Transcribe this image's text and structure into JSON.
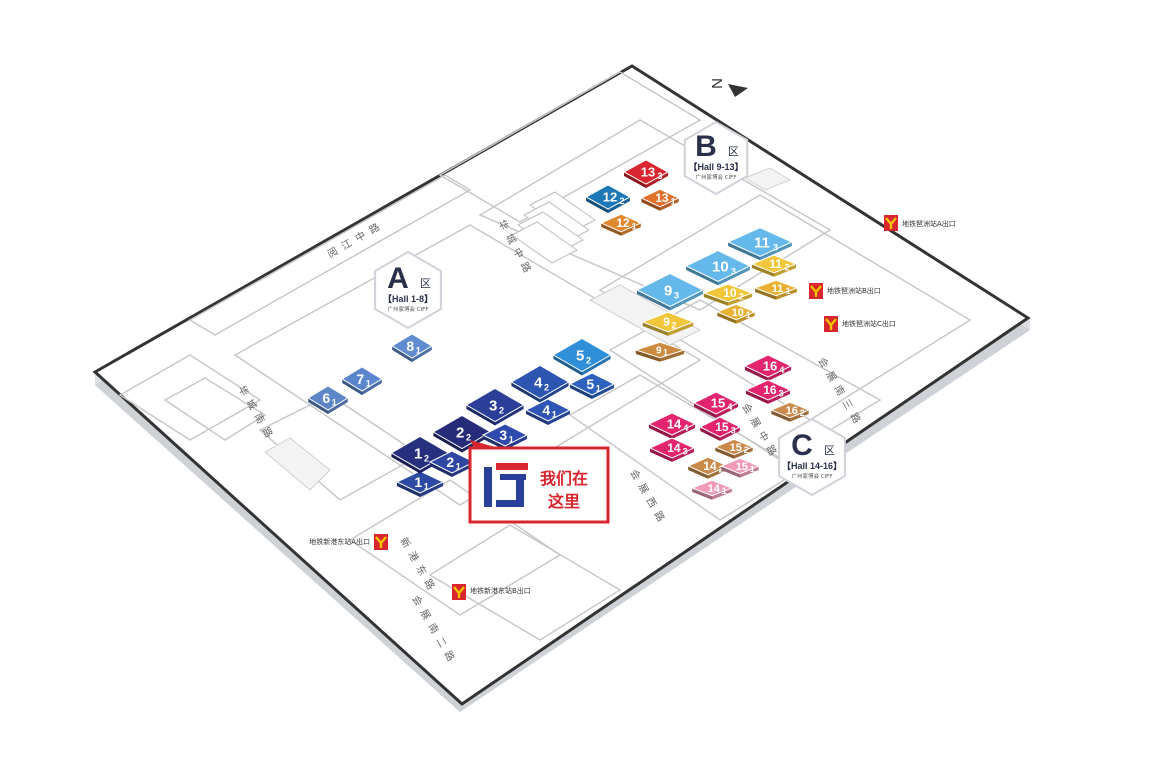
{
  "north_label": "N",
  "zones": [
    {
      "letter": "A",
      "qu": "区",
      "halls": "【Hall 1-8】",
      "note": "广州家博会 CIFF"
    },
    {
      "letter": "B",
      "qu": "区",
      "halls": "【Hall 9-13】",
      "note": "广州家博会 CIFF"
    },
    {
      "letter": "C",
      "qu": "区",
      "halls": "【Hall 14-16】",
      "note": "广州家博会 CIFF"
    }
  ],
  "roads": [
    {
      "label": "阅江中路"
    },
    {
      "label": "华城南路"
    },
    {
      "label": "华城中路"
    },
    {
      "label": "新港东路"
    },
    {
      "label": "会展西路"
    },
    {
      "label": "会展南二路"
    },
    {
      "label": "会展南三路"
    },
    {
      "label": "会展中路"
    }
  ],
  "metro_exits": [
    {
      "label": "地铁琶洲站A出口"
    },
    {
      "label": "地铁琶洲站B出口"
    },
    {
      "label": "地铁琶洲站C出口"
    },
    {
      "label": "地铁新港东站A出口"
    },
    {
      "label": "地铁新港东站B出口"
    }
  ],
  "halls": [
    {
      "num": "1",
      "sub": "1",
      "color": "#2d4aa5"
    },
    {
      "num": "1",
      "sub": "2",
      "color": "#27307f"
    },
    {
      "num": "2",
      "sub": "2",
      "color": "#262c7a"
    },
    {
      "num": "2",
      "sub": "1",
      "color": "#2f47a3"
    },
    {
      "num": "3",
      "sub": "2",
      "color": "#2b3f98"
    },
    {
      "num": "3",
      "sub": "1",
      "color": "#2f4aab"
    },
    {
      "num": "4",
      "sub": "2",
      "color": "#2b55b0"
    },
    {
      "num": "4",
      "sub": "1",
      "color": "#2f56b4"
    },
    {
      "num": "5",
      "sub": "2",
      "color": "#2f8fd8"
    },
    {
      "num": "5",
      "sub": "1",
      "color": "#2c61bd"
    },
    {
      "num": "6",
      "sub": "1",
      "color": "#5d86c9"
    },
    {
      "num": "7",
      "sub": "1",
      "color": "#5b86cc"
    },
    {
      "num": "8",
      "sub": "1",
      "color": "#5f8bd0"
    },
    {
      "num": "9",
      "sub": "3",
      "color": "#64b9ea"
    },
    {
      "num": "9",
      "sub": "2",
      "color": "#f2c63a"
    },
    {
      "num": "9",
      "sub": "1",
      "color": "#cc8b3e"
    },
    {
      "num": "10",
      "sub": "3",
      "color": "#64b9ea"
    },
    {
      "num": "10",
      "sub": "2",
      "color": "#f2c63a"
    },
    {
      "num": "10",
      "sub": "1",
      "color": "#e8b133"
    },
    {
      "num": "11",
      "sub": "3",
      "color": "#64b9ea"
    },
    {
      "num": "11",
      "sub": "2",
      "color": "#f2c63a"
    },
    {
      "num": "11",
      "sub": "1",
      "color": "#e8b133"
    },
    {
      "num": "12",
      "sub": "2",
      "color": "#1e78b8"
    },
    {
      "num": "12",
      "sub": "1",
      "color": "#e2882e"
    },
    {
      "num": "13",
      "sub": "3",
      "color": "#d92630"
    },
    {
      "num": "13",
      "sub": "1",
      "color": "#e0722c"
    },
    {
      "num": "14",
      "sub": "4",
      "color": "#e3246f"
    },
    {
      "num": "14",
      "sub": "3",
      "color": "#e3246f"
    },
    {
      "num": "14",
      "sub": "2",
      "color": "#c98a4b"
    },
    {
      "num": "14",
      "sub": "1",
      "color": "#ef9bb7"
    },
    {
      "num": "15",
      "sub": "4",
      "color": "#e3246f"
    },
    {
      "num": "15",
      "sub": "3",
      "color": "#e3246f"
    },
    {
      "num": "15",
      "sub": "2",
      "color": "#c98a4b"
    },
    {
      "num": "15",
      "sub": "1",
      "color": "#ef9bb7"
    },
    {
      "num": "16",
      "sub": "4",
      "color": "#e3246f"
    },
    {
      "num": "16",
      "sub": "3",
      "color": "#e3246f"
    },
    {
      "num": "16",
      "sub": "2",
      "color": "#c98a4b"
    }
  ],
  "you_are_here": {
    "line1": "我们在",
    "line2": "这里",
    "border_color": "#d7262d",
    "logo_blue": "#2a3f9a"
  },
  "colors": {
    "metro_red": "#d7262d",
    "metro_yellow": "#f4c400",
    "platform_edge": "#333333"
  }
}
